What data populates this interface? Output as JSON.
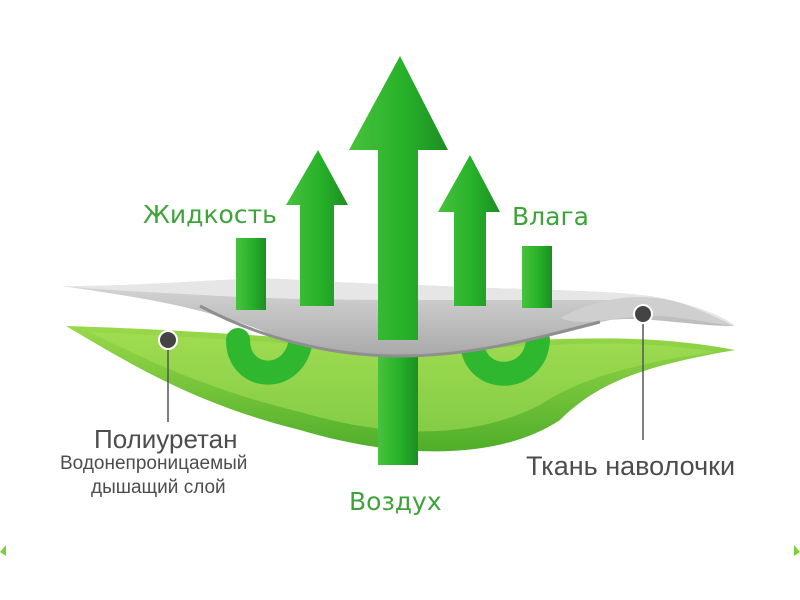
{
  "labels": {
    "liquid": "Жидкость",
    "moisture": "Влага",
    "air": "Воздух",
    "polyurethane_title": "Полиуретан",
    "polyurethane_line1": "Водонепроницаемый",
    "polyurethane_line2": "дышащий слой",
    "pillowcase_fabric": "Ткань наволочки"
  },
  "colors": {
    "arrow_green": "#2fb82f",
    "arrow_dark_green": "#1f9b22",
    "layer_green": "#7ccf3a",
    "layer_light_green": "#a8e05a",
    "fabric_gray": "#b9b9b9",
    "fabric_light_gray": "#dedede",
    "label_green": "#3ea43a",
    "label_gray": "#4d4d4d"
  },
  "icons": [
    "arrow-up-icon",
    "dot-marker-icon"
  ]
}
